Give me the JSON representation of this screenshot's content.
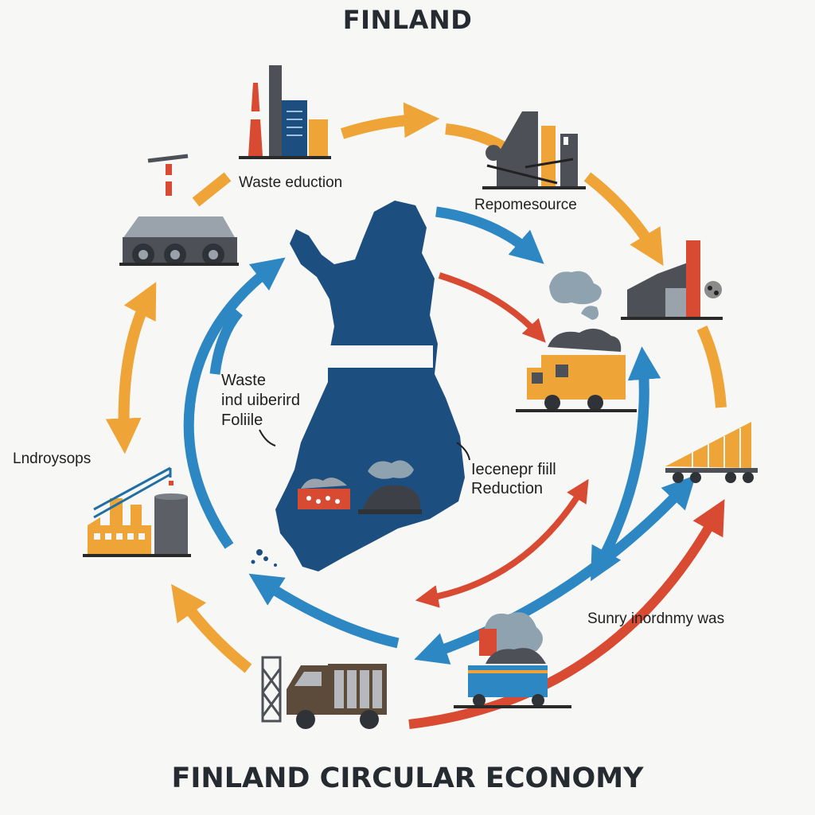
{
  "header": {
    "title": "FINLAND"
  },
  "footer": {
    "title": "FINLAND CIRCULAR ECONOMY"
  },
  "labels": {
    "top": "Waste eduction",
    "top_right": "Repomesource",
    "left": "Lndroysops",
    "center_left": [
      "Waste",
      "ind uiberird",
      "Foliile"
    ],
    "center_right": [
      "Ieceneрr fiill",
      "Reduction"
    ],
    "bottom_right": "Sunry inordnmy was"
  },
  "colors": {
    "orange": "#eea437",
    "blue": "#2d87c2",
    "red": "#d84a31",
    "navy": "#1c4f80",
    "dark_gray": "#4d5157",
    "text": "#262b31"
  },
  "icons": [
    "factory-icon",
    "industrial-plant-icon",
    "smokestack-factory-icon",
    "dump-truck-icon",
    "conveyor-trailer-icon",
    "waste-container-truck-icon",
    "delivery-truck-icon",
    "crane-factory-icon",
    "mining-vehicle-icon"
  ]
}
